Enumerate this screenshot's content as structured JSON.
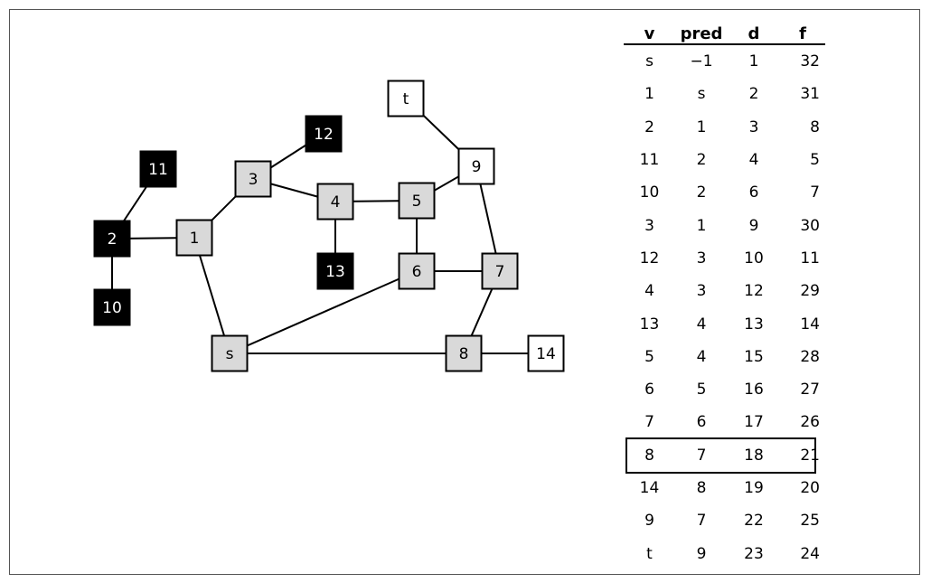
{
  "colors": {
    "gray": "#d9d9d9",
    "black": "#000000",
    "white": "#ffffff"
  },
  "nodes": [
    {
      "id": "t",
      "fill": "white"
    },
    {
      "id": "12",
      "fill": "black"
    },
    {
      "id": "11",
      "fill": "black"
    },
    {
      "id": "3",
      "fill": "gray"
    },
    {
      "id": "9",
      "fill": "white"
    },
    {
      "id": "4",
      "fill": "gray"
    },
    {
      "id": "5",
      "fill": "gray"
    },
    {
      "id": "2",
      "fill": "black"
    },
    {
      "id": "1",
      "fill": "gray"
    },
    {
      "id": "13",
      "fill": "black"
    },
    {
      "id": "6",
      "fill": "gray"
    },
    {
      "id": "7",
      "fill": "gray"
    },
    {
      "id": "10",
      "fill": "black"
    },
    {
      "id": "s",
      "fill": "gray"
    },
    {
      "id": "8",
      "fill": "gray"
    },
    {
      "id": "14",
      "fill": "white"
    }
  ],
  "edges": [
    [
      "2",
      "11"
    ],
    [
      "2",
      "1"
    ],
    [
      "2",
      "10"
    ],
    [
      "1",
      "3"
    ],
    [
      "1",
      "s"
    ],
    [
      "3",
      "12"
    ],
    [
      "3",
      "4"
    ],
    [
      "4",
      "5"
    ],
    [
      "4",
      "13"
    ],
    [
      "5",
      "9"
    ],
    [
      "5",
      "6"
    ],
    [
      "9",
      "t"
    ],
    [
      "9",
      "7"
    ],
    [
      "6",
      "7"
    ],
    [
      "6",
      "s"
    ],
    [
      "7",
      "8"
    ],
    [
      "s",
      "8"
    ],
    [
      "8",
      "14"
    ]
  ],
  "table": {
    "headers": {
      "v": "v",
      "pred": "pred",
      "d": "d",
      "f": "f"
    },
    "rows": [
      {
        "v": "s",
        "pred": "−1",
        "d": "1",
        "f": "32"
      },
      {
        "v": "1",
        "pred": "s",
        "d": "2",
        "f": "31"
      },
      {
        "v": "2",
        "pred": "1",
        "d": "3",
        "f": "8"
      },
      {
        "v": "11",
        "pred": "2",
        "d": "4",
        "f": "5"
      },
      {
        "v": "10",
        "pred": "2",
        "d": "6",
        "f": "7"
      },
      {
        "v": "3",
        "pred": "1",
        "d": "9",
        "f": "30"
      },
      {
        "v": "12",
        "pred": "3",
        "d": "10",
        "f": "11"
      },
      {
        "v": "4",
        "pred": "3",
        "d": "12",
        "f": "29"
      },
      {
        "v": "13",
        "pred": "4",
        "d": "13",
        "f": "14"
      },
      {
        "v": "5",
        "pred": "4",
        "d": "15",
        "f": "28"
      },
      {
        "v": "6",
        "pred": "5",
        "d": "16",
        "f": "27"
      },
      {
        "v": "7",
        "pred": "6",
        "d": "17",
        "f": "26"
      },
      {
        "v": "8",
        "pred": "7",
        "d": "18",
        "f": "21"
      },
      {
        "v": "14",
        "pred": "8",
        "d": "19",
        "f": "20"
      },
      {
        "v": "9",
        "pred": "7",
        "d": "22",
        "f": "25"
      },
      {
        "v": "t",
        "pred": "9",
        "d": "23",
        "f": "24"
      }
    ],
    "highlighted_row": 12
  }
}
